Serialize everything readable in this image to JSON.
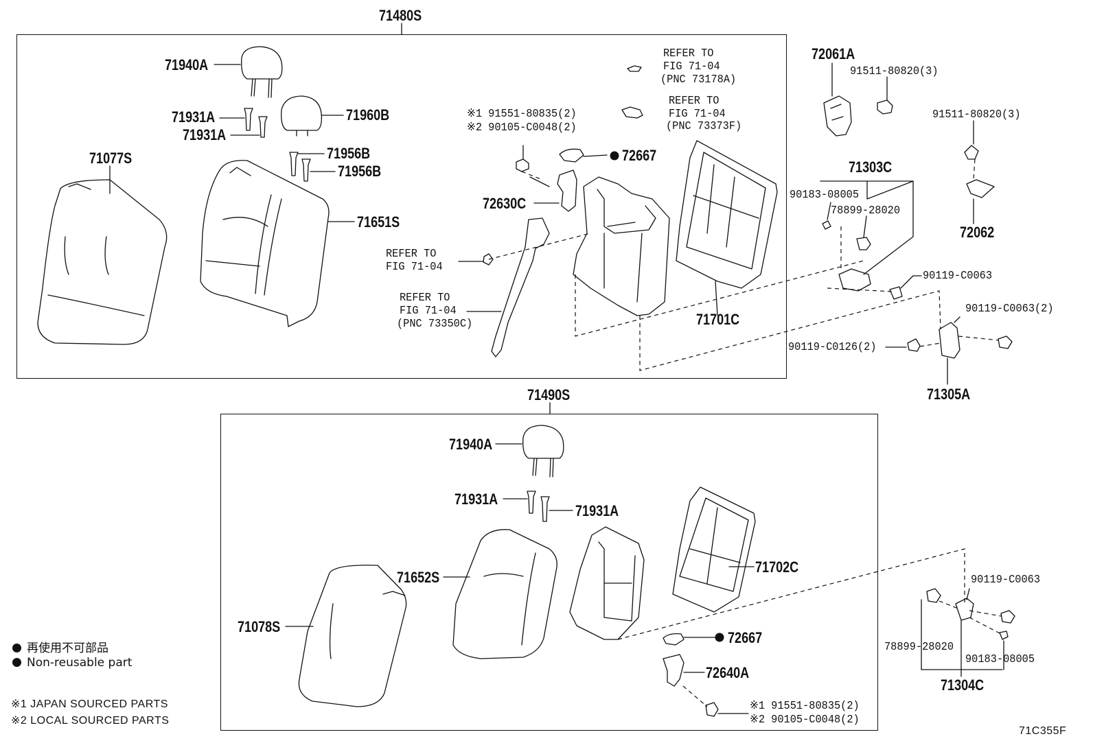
{
  "groups": {
    "upper": {
      "code": "71480S"
    },
    "lower": {
      "code": "71490S"
    }
  },
  "upper_labels": {
    "headrest": "71940A",
    "guide1": "71931A",
    "guide2": "71931A",
    "headrest_center": "71960B",
    "guide3": "71956B",
    "guide4": "71956B",
    "cover": "71077S",
    "pad": "71651S",
    "ref1_line1": "REFER TO",
    "ref1_line2": "FIG 71-04",
    "ref1_line3": "(PNC 73178A)",
    "ref2_line1": "REFER TO",
    "ref2_line2": "FIG 71-04",
    "ref2_line3": "(PNC 73373F)",
    "bolt_line1": "※1 91551-80835(2)",
    "bolt_line2": "※2 90105-C0048(2)",
    "clip": "72667",
    "hinge_cover": "72630C",
    "ref3_line1": "REFER TO",
    "ref3_line2": "FIG 71-04",
    "ref4_line1": "REFER TO",
    "ref4_line2": "FIG 71-04",
    "ref4_line3": "(PNC 73350C)",
    "frame": "71701C"
  },
  "right_labels": {
    "bracket": "72061A",
    "bolt_a": "91511-80820(3)",
    "bolt_b": "91511-80820(3)",
    "lock": "72062",
    "hinge": "71303C",
    "nut_a": "90183-08005",
    "bolt_c": "78899-28020",
    "bolt_d": "90119-C0063",
    "bolt_e": "90119-C0063(2)",
    "bolt_f": "90119-C0126(2)",
    "hinge_b": "71305A"
  },
  "lower_labels": {
    "headrest": "71940A",
    "guide1": "71931A",
    "guide2": "71931A",
    "pad": "71652S",
    "cover": "71078S",
    "frame": "71702C",
    "clip": "72667",
    "hinge_cover": "72640A",
    "bolt_line1": "※1 91551-80835(2)",
    "bolt_line2": "※2 90105-C0048(2)",
    "bolt_g": "90119-C0063",
    "bolt_h": "78899-28020",
    "nut_b": "90183-08005",
    "hinge": "71304C"
  },
  "legend": {
    "non_reusable_jp": "再使用不可部品",
    "non_reusable_en": "Non-reusable part",
    "note1": "※1 JAPAN SOURCED PARTS",
    "note2": "※2 LOCAL SOURCED PARTS"
  },
  "figure_id": "71C355F"
}
